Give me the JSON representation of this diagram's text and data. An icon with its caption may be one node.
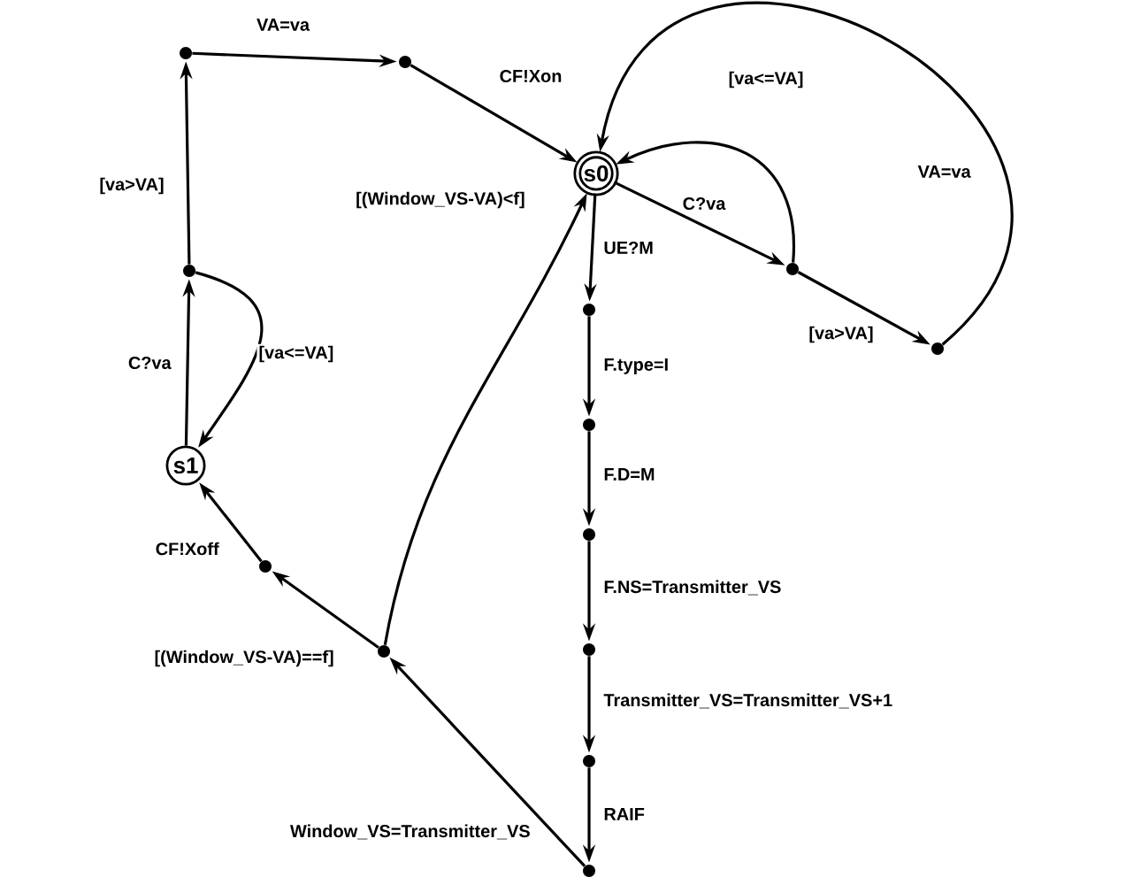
{
  "diagram": {
    "nodes": [
      {
        "text": [
          "s0"
        ]
      },
      {
        "text": [],
        "shape": "circle"
      },
      {
        "text": [],
        "shape": "circle"
      },
      {
        "text": [],
        "shape": "circle"
      },
      {
        "text": [],
        "shape": "circle"
      },
      {
        "text": [],
        "shape": "circle"
      },
      {
        "text": [],
        "shape": "circle"
      },
      {
        "text": [],
        "shape": "circle"
      },
      {
        "text": [],
        "shape": "circle"
      },
      {
        "text": [],
        "shape": "circle"
      },
      {
        "text": [],
        "shape": "circle"
      },
      {
        "text": [],
        "shape": "circle"
      },
      {
        "text": [],
        "shape": "circle"
      },
      {
        "text": [
          "s1"
        ]
      },
      {
        "text": [],
        "shape": "circle"
      }
    ],
    "edges": [
      {
        "from": 0,
        "to": 5,
        "arrow": "to",
        "label": "UE?M"
      },
      {
        "from": 5,
        "to": 6,
        "arrow": "to",
        "label": "F.type=I"
      },
      {
        "from": 6,
        "to": 7,
        "arrow": "to",
        "label": "F.D=M"
      },
      {
        "from": 7,
        "to": 8,
        "arrow": "to",
        "label": "F.NS=Transmitter_VS"
      },
      {
        "from": 8,
        "to": 9,
        "arrow": "to",
        "label": "Transmitter_VS=Transmitter_VS+1"
      },
      {
        "from": 9,
        "to": 10,
        "arrow": "to",
        "label": "RAIF"
      },
      {
        "from": 10,
        "to": 11,
        "arrow": "to",
        "label": "Window_VS=Transmitter_VS"
      },
      {
        "from": 11,
        "to": 0,
        "arrow": "to",
        "label": "[(Window_VS-VA)<f]"
      },
      {
        "from": 11,
        "to": 12,
        "arrow": "to",
        "label": "[(Window_VS-VA)==f]"
      },
      {
        "from": 12,
        "to": 13,
        "arrow": "to",
        "label": "CF!Xoff"
      },
      {
        "from": 13,
        "to": 14,
        "arrow": "to",
        "label": "C?va"
      },
      {
        "from": 14,
        "to": 13,
        "arrow": "to",
        "label": "[va<=VA]"
      },
      {
        "from": 14,
        "to": 1,
        "arrow": "to",
        "label": "[va>VA]"
      },
      {
        "from": 1,
        "to": 2,
        "arrow": "to",
        "label": "VA=va"
      },
      {
        "from": 2,
        "to": 0,
        "arrow": "to",
        "label": "CF!Xon"
      },
      {
        "from": 0,
        "to": 3,
        "arrow": "to",
        "label": "C?va"
      },
      {
        "from": 3,
        "to": 0,
        "arrow": "to",
        "label": "[va<=VA]"
      },
      {
        "from": 3,
        "to": 4,
        "arrow": "to",
        "label": "[va>VA]"
      },
      {
        "from": 4,
        "to": 0,
        "arrow": "to",
        "label": "VA=va"
      }
    ]
  }
}
